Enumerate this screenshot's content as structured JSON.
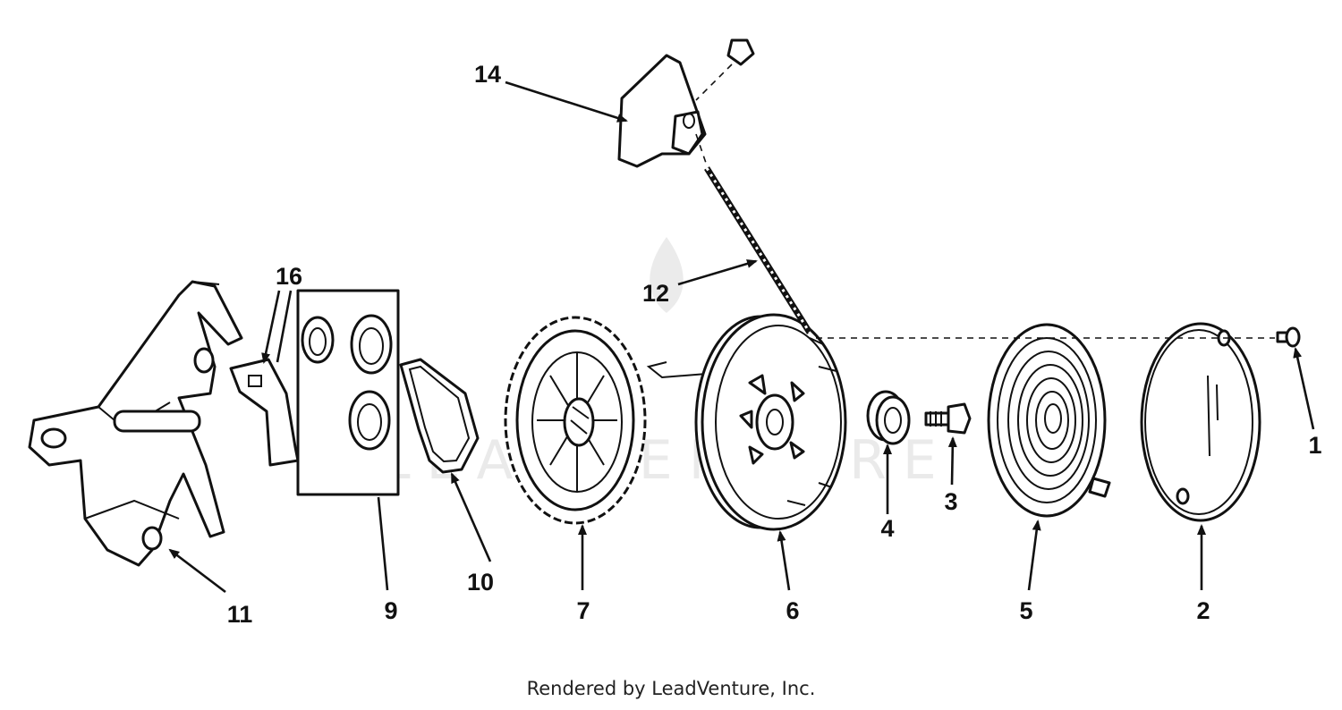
{
  "diagram": {
    "callouts": [
      {
        "id": "1",
        "label": "1"
      },
      {
        "id": "2",
        "label": "2"
      },
      {
        "id": "3",
        "label": "3"
      },
      {
        "id": "4",
        "label": "4"
      },
      {
        "id": "5",
        "label": "5"
      },
      {
        "id": "6",
        "label": "6"
      },
      {
        "id": "7",
        "label": "7"
      },
      {
        "id": "9",
        "label": "9"
      },
      {
        "id": "10",
        "label": "10"
      },
      {
        "id": "11",
        "label": "11"
      },
      {
        "id": "12",
        "label": "12"
      },
      {
        "id": "14",
        "label": "14"
      },
      {
        "id": "16",
        "label": "16"
      }
    ],
    "watermark": "LEADVENTURE"
  },
  "footer": {
    "credit": "Rendered by LeadVenture, Inc."
  }
}
